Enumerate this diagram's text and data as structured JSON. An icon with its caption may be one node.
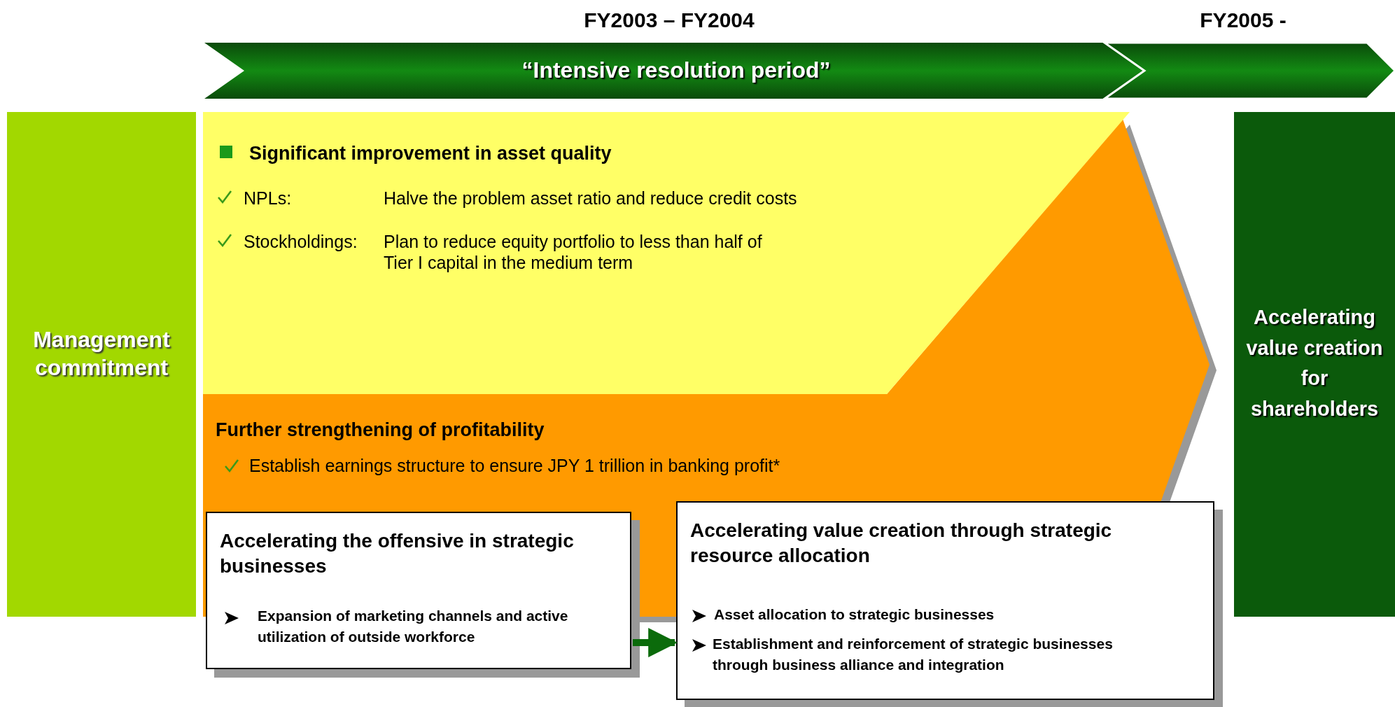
{
  "diagram": {
    "nodes": [
      {
        "text": [
          "“Intensive resolution period”"
        ],
        "beside": [
          "FY2003 – FY2004"
        ]
      },
      {
        "text": [],
        "shape": "chevron",
        "beside": [
          "FY2005 -"
        ]
      },
      {
        "text": [
          "Management commitment"
        ]
      },
      {
        "text": [
          "Significant improvement in asset quality",
          "NPLs:",
          "Halve the problem asset ratio and reduce credit costs",
          "Stockholdings:",
          "Plan to reduce equity portfolio to less than half of Tier I capital in the medium term"
        ]
      },
      {
        "text": [
          "Further strengthening of profitability",
          "Establish earnings structure to ensure JPY 1 trillion in banking profit*"
        ]
      },
      {
        "text": [
          "Accelerating the offensive in strategic businesses",
          "Expansion of marketing channels and active utilization of outside workforce"
        ]
      },
      {
        "text": [
          "Accelerating value creation through strategic resource allocation",
          "Asset allocation to strategic businesses",
          "Establishment and reinforcement of strategic businesses through business alliance and integration"
        ]
      },
      {
        "text": [
          "Accelerating value creation for shareholders"
        ]
      }
    ],
    "edges": [
      {
        "from": 5,
        "to": 6,
        "arrow": "to"
      }
    ]
  }
}
